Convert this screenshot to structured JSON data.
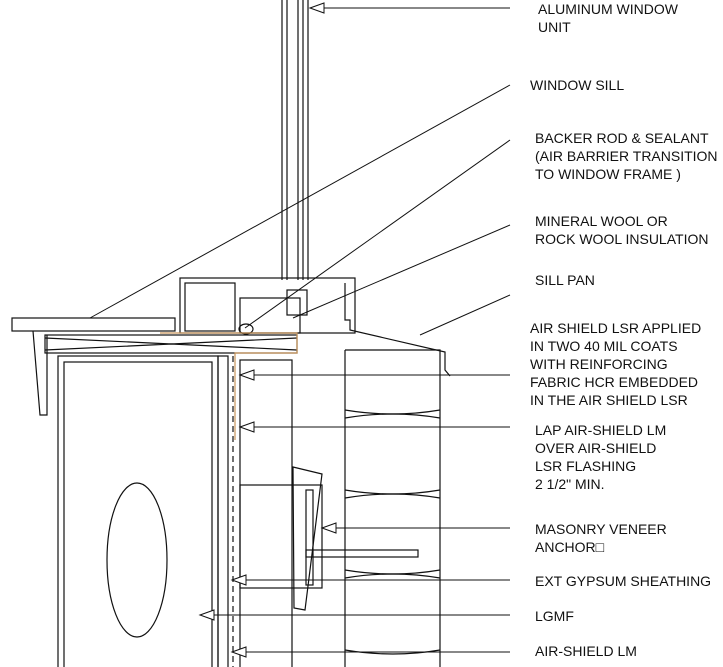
{
  "labels": {
    "aluminum_window": [
      "ALUMINUM WINDOW",
      "UNIT"
    ],
    "window_sill": [
      "WINDOW SILL"
    ],
    "backer_rod": [
      "BACKER ROD & SEALANT",
      "(AIR BARRIER TRANSITION",
      "TO WINDOW FRAME )"
    ],
    "mineral_wool": [
      "MINERAL WOOL OR",
      "ROCK WOOL INSULATION"
    ],
    "sill_pan": [
      "SILL PAN"
    ],
    "air_shield_lsr": [
      "AIR SHIELD LSR APPLIED",
      "IN TWO 40 MIL COATS",
      "WITH REINFORCING",
      "FABRIC HCR EMBEDDED",
      "IN THE AIR SHIELD LSR"
    ],
    "lap_air_shield": [
      "LAP AIR-SHIELD LM",
      "OVER AIR-SHIELD",
      "LSR FLASHING",
      "2 1/2\" MIN."
    ],
    "masonry_anchor": [
      "MASONRY VENEER",
      "ANCHOR□"
    ],
    "ext_gypsum": [
      "EXT GYPSUM SHEATHING"
    ],
    "lgmf": [
      "LGMF"
    ],
    "air_shield_lm": [
      "AIR-SHIELD LM"
    ]
  },
  "colors": {
    "line": "#111111",
    "membrane": "#c8955a"
  }
}
